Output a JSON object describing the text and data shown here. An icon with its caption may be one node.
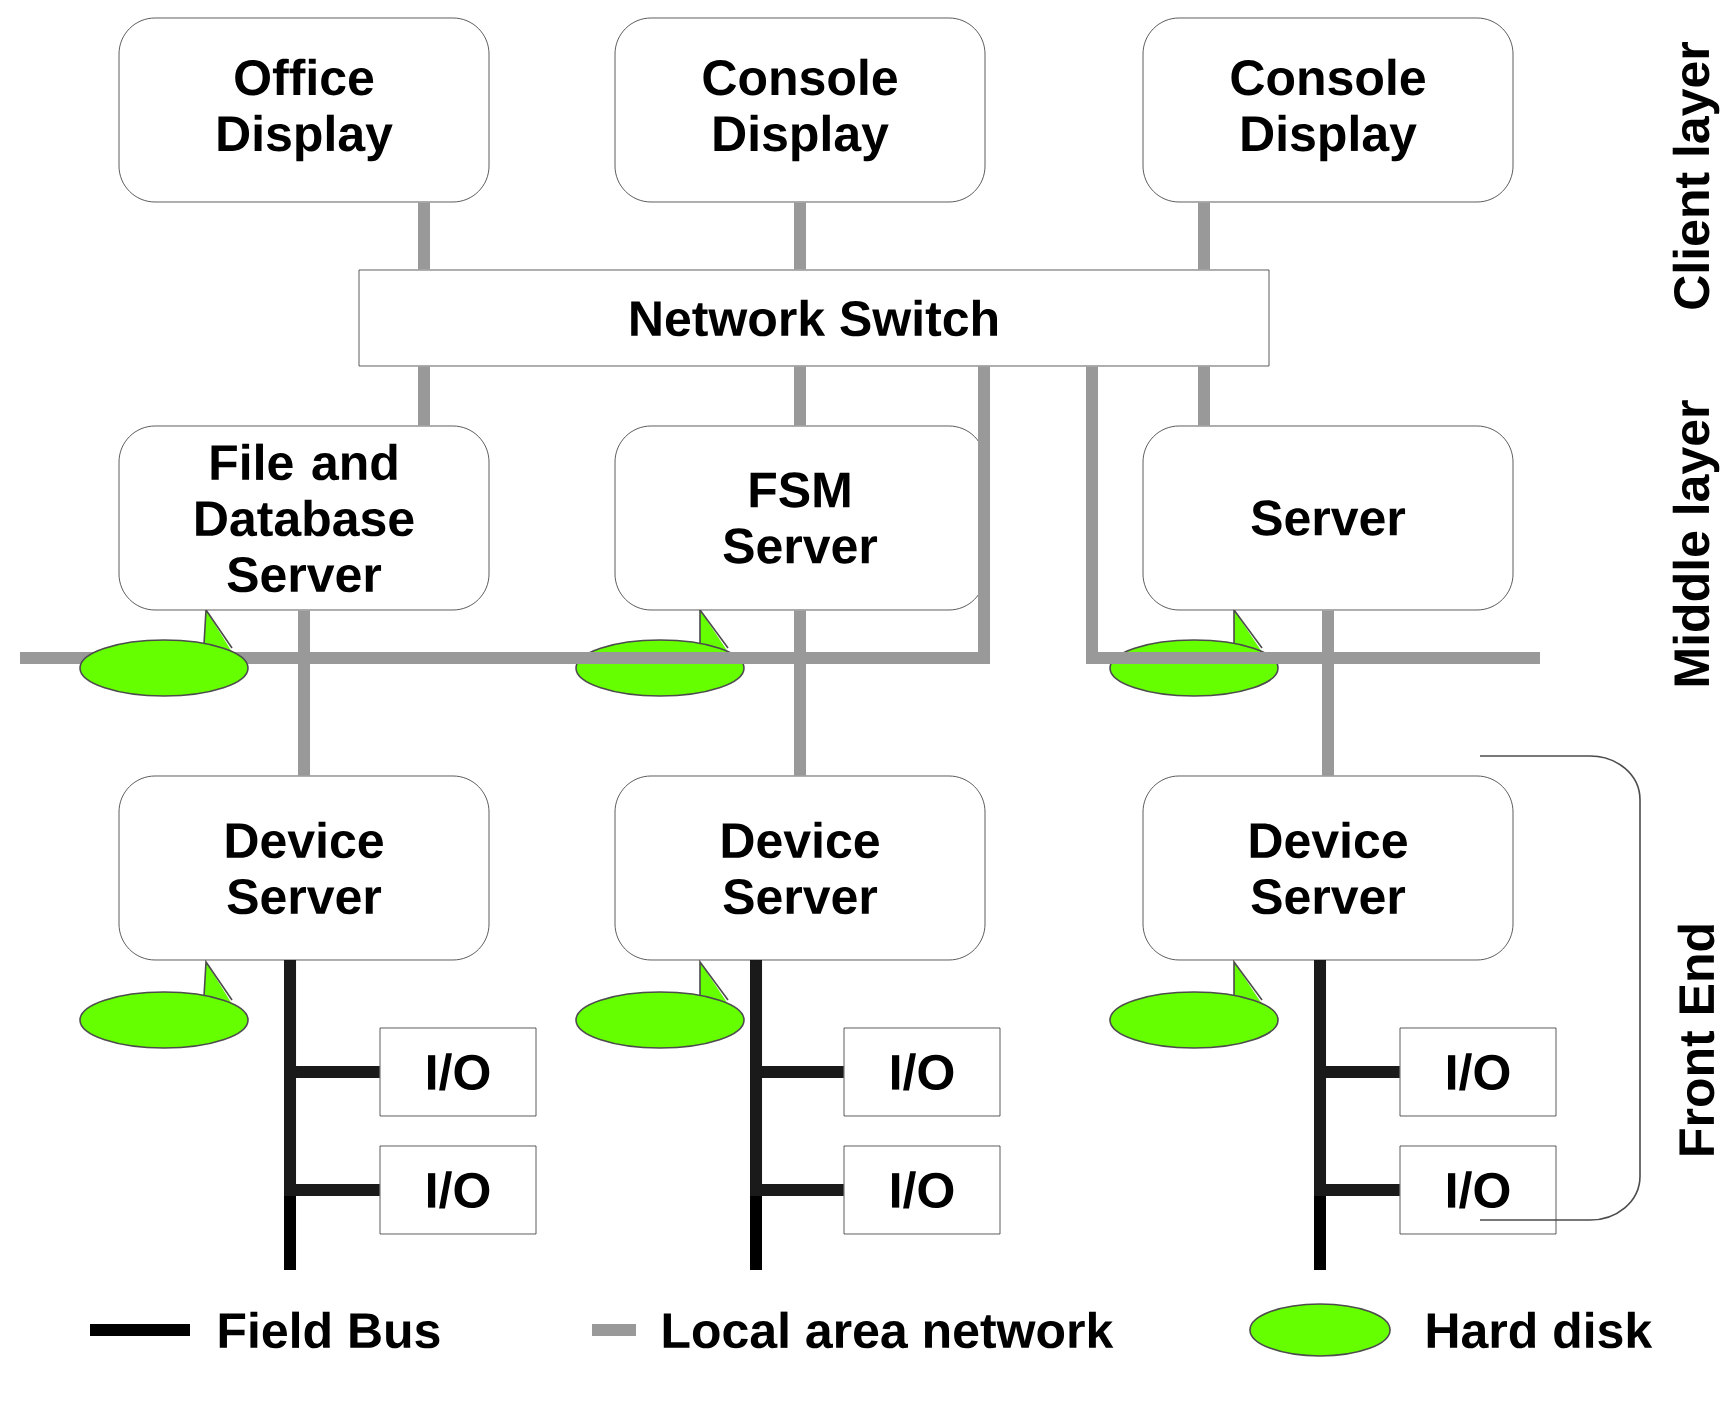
{
  "diagram": {
    "nodes": [
      {
        "text": [
          "Office Display"
        ]
      },
      {
        "text": [
          "Console Display"
        ]
      },
      {
        "text": [
          "Console Display"
        ]
      },
      {
        "text": [
          "Network Switch"
        ]
      },
      {
        "text": [
          "File and Database Server"
        ]
      },
      {
        "text": [
          "FSM Server"
        ]
      },
      {
        "text": [
          "Server"
        ]
      },
      {
        "text": [
          "Device Server"
        ]
      },
      {
        "text": [
          "Device Server"
        ]
      },
      {
        "text": [
          "Device Server"
        ]
      },
      {
        "text": [
          "I/O"
        ]
      },
      {
        "text": [
          "I/O"
        ]
      },
      {
        "text": [
          "I/O"
        ]
      },
      {
        "text": [
          "I/O"
        ]
      },
      {
        "text": [
          "I/O"
        ]
      },
      {
        "text": [
          "I/O"
        ]
      }
    ],
    "edges": [
      {
        "from": 0,
        "to": 3,
        "arrow": "none"
      },
      {
        "from": 1,
        "to": 3,
        "arrow": "none"
      },
      {
        "from": 2,
        "to": 3,
        "arrow": "none"
      },
      {
        "from": 3,
        "to": 4,
        "arrow": "none"
      },
      {
        "from": 3,
        "to": 5,
        "arrow": "none"
      },
      {
        "from": 3,
        "to": 6,
        "arrow": "none"
      },
      {
        "from": 4,
        "to": 7,
        "arrow": "none"
      },
      {
        "from": 5,
        "to": 8,
        "arrow": "none"
      },
      {
        "from": 6,
        "to": 9,
        "arrow": "none"
      },
      {
        "from": 3,
        "to": 7,
        "arrow": "none"
      },
      {
        "from": 3,
        "to": 8,
        "arrow": "none"
      },
      {
        "from": 3,
        "to": 9,
        "arrow": "none"
      },
      {
        "from": 7,
        "to": 10,
        "arrow": "none",
        "color": "#1a1a1a"
      },
      {
        "from": 7,
        "to": 11,
        "arrow": "none",
        "color": "#1a1a1a"
      },
      {
        "from": 8,
        "to": 12,
        "arrow": "none",
        "color": "#1a1a1a"
      },
      {
        "from": 8,
        "to": 13,
        "arrow": "none",
        "color": "#1a1a1a"
      },
      {
        "from": 9,
        "to": 14,
        "arrow": "none",
        "color": "#1a1a1a"
      },
      {
        "from": 9,
        "to": 15,
        "arrow": "none",
        "color": "#1a1a1a"
      }
    ],
    "labels": [
      "Client layer",
      "Middle layer",
      "Front End"
    ],
    "legend": [
      {
        "text": "Field Bus"
      },
      {
        "text": "Local area network"
      },
      {
        "text": "Hard disk",
        "color": "#66ff00"
      }
    ]
  }
}
